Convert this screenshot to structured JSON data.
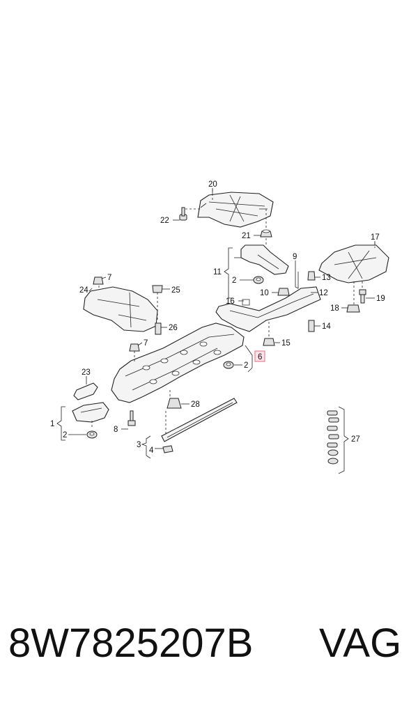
{
  "diagram": {
    "callouts": [
      "1",
      "2",
      "3",
      "4",
      "6",
      "7",
      "8",
      "9",
      "10",
      "11",
      "12",
      "13",
      "14",
      "15",
      "16",
      "17",
      "18",
      "19",
      "20",
      "21",
      "22",
      "23",
      "24",
      "25",
      "26",
      "27",
      "28"
    ],
    "highlighted_callout": "6"
  },
  "footer": {
    "part_number": "8W7825207B",
    "brand": "VAG"
  }
}
